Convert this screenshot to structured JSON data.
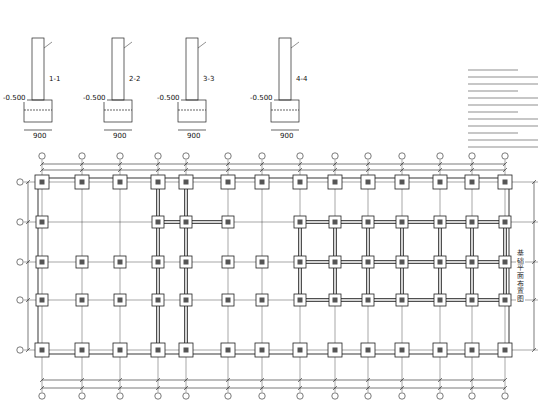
{
  "diagram": {
    "labels": [
      "1-1",
      "2-2",
      "3-3",
      "4-4",
      "-0.500",
      "-0.500",
      "-0.500",
      "-0.500",
      "900",
      "900",
      "900",
      "900",
      "基础平面布置图"
    ]
  }
}
